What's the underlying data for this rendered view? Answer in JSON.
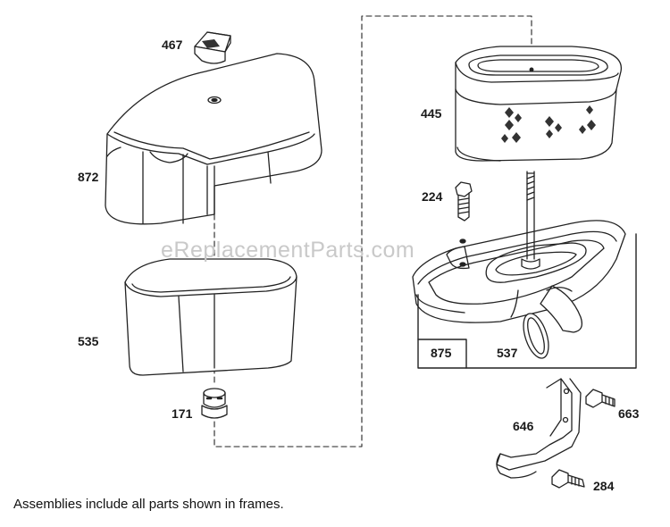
{
  "watermark": "eReplacementParts.com",
  "footer_note": "Assemblies include all parts shown in frames.",
  "parts": [
    {
      "id": "467"
    },
    {
      "id": "872"
    },
    {
      "id": "535"
    },
    {
      "id": "171"
    },
    {
      "id": "445"
    },
    {
      "id": "224"
    },
    {
      "id": "875"
    },
    {
      "id": "537"
    },
    {
      "id": "646"
    },
    {
      "id": "663"
    },
    {
      "id": "284"
    }
  ],
  "colors": {
    "line": "#222222",
    "watermark": "#c9c9c9",
    "background": "#ffffff"
  }
}
